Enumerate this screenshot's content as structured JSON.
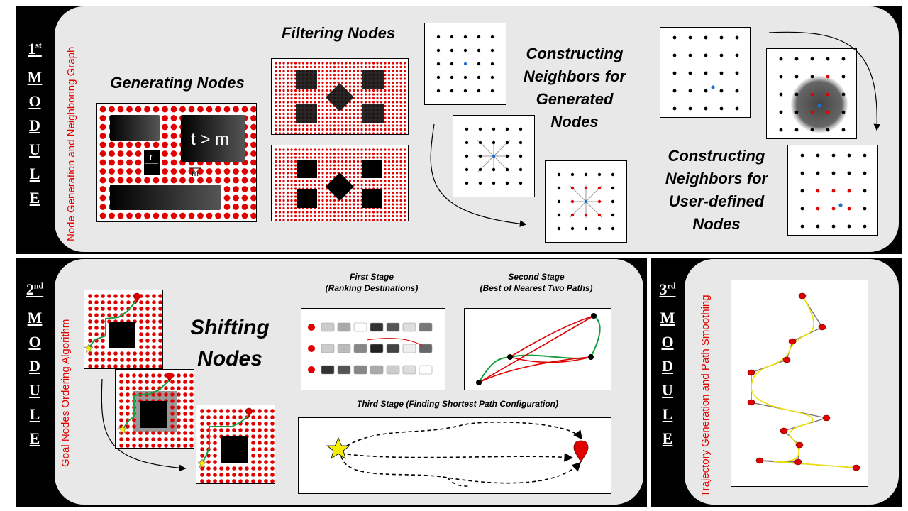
{
  "modules": [
    {
      "number": "1",
      "suffix": "st",
      "word": [
        "M",
        "O",
        "D",
        "U",
        "L",
        "E"
      ],
      "caption": "Node Generation and Neighboring Graph"
    },
    {
      "number": "2",
      "suffix": "nd",
      "word": [
        "M",
        "O",
        "D",
        "U",
        "L",
        "E"
      ],
      "caption": "Goal Nodes Ordering Algorithm"
    },
    {
      "number": "3",
      "suffix": "rd",
      "word": [
        "M",
        "O",
        "D",
        "U",
        "L",
        "E"
      ],
      "caption": "Trajectory Generation and Path Smoothing"
    }
  ],
  "module1": {
    "generating_nodes": "Generating Nodes",
    "filtering_nodes": "Filtering Nodes",
    "constructing_generated": [
      "Constructing",
      "Neighbors for",
      "Generated",
      "Nodes"
    ],
    "constructing_user": [
      "Constructing",
      "Neighbors for",
      "User-defined",
      "Nodes"
    ],
    "inset_t_big": "t > m",
    "inset_t": "t",
    "inset_m": "m"
  },
  "module2": {
    "shifting_nodes": [
      "Shifting",
      "Nodes"
    ],
    "first_stage": [
      "First Stage",
      "(Ranking Destinations)"
    ],
    "second_stage": [
      "Second Stage",
      "(Best of Nearest Two Paths)"
    ],
    "third_stage": "Third Stage  (Finding Shortest Path Configuration)"
  },
  "colors": {
    "node_red": "#e00000",
    "user_node_blue": "#1f6fd1",
    "path_green": "#18a040",
    "smooth_yellow": "#f0e000",
    "star_yellow": "#f5ee00"
  }
}
